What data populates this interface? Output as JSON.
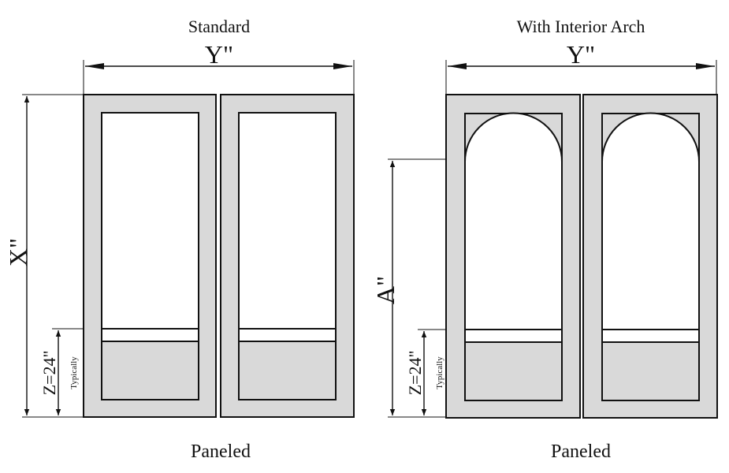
{
  "standard": {
    "title": "Standard",
    "width_label": "Y\"",
    "height_label": "X\"",
    "panel_height_label": "Z=24\"",
    "panel_note": "Typically",
    "caption": "Paneled"
  },
  "arch": {
    "title": "With Interior Arch",
    "width_label": "Y\"",
    "height_label": "A\"",
    "panel_height_label": "Z=24\"",
    "panel_note": "Typically",
    "caption": "Paneled"
  },
  "colors": {
    "frame": "#d9d9d9",
    "line": "#111111",
    "glass": "#ffffff"
  }
}
